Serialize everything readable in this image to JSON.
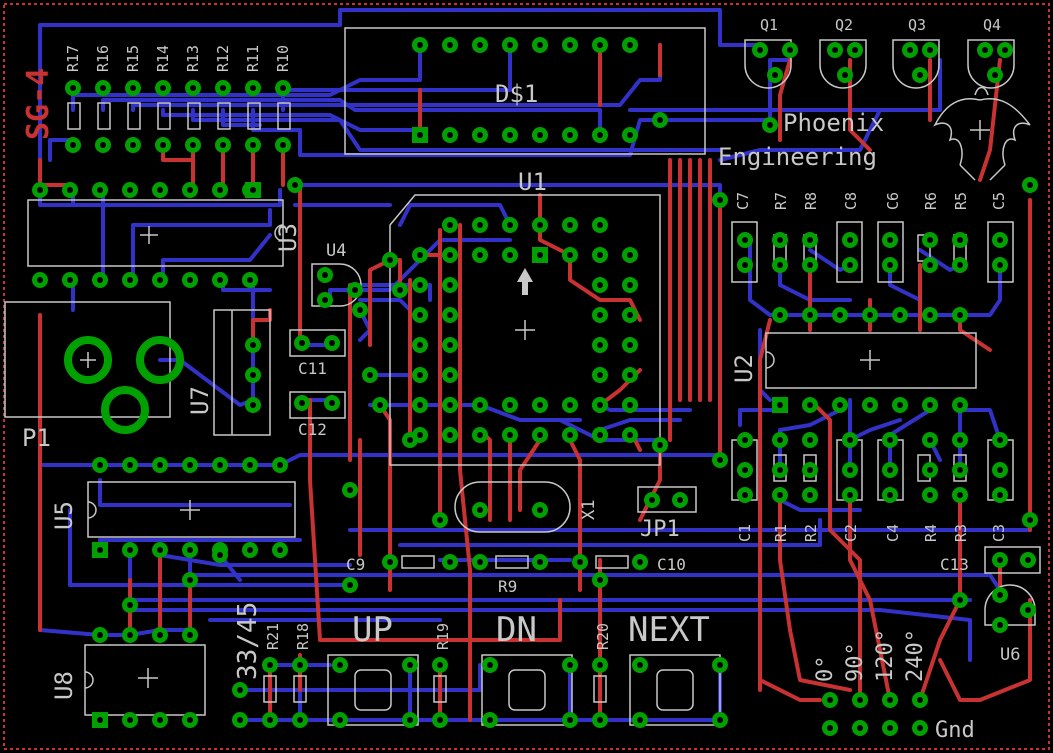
{
  "board_title": "SG-4",
  "company": {
    "line1": "Phoenix",
    "line2": "Engineering"
  },
  "colors": {
    "background": "#000000",
    "top_copper": "#c83232",
    "bottom_copper": "#3232c8",
    "pad": "#00a000",
    "silkscreen": "#c8c8c8",
    "board_outline": "#c83232"
  },
  "resistors_top": [
    "R17",
    "R16",
    "R15",
    "R14",
    "R13",
    "R12",
    "R11",
    "R10"
  ],
  "transistors": [
    "Q1",
    "Q2",
    "Q3",
    "Q4"
  ],
  "display": "D$1",
  "chips": {
    "u1": "U1",
    "u2": "U2",
    "u3": "U3",
    "u4": "U4",
    "u5": "U5",
    "u6": "U6",
    "u7": "U7",
    "u8": "U8"
  },
  "connectors": {
    "p1": "P1",
    "jp1": "JP1",
    "x1": "X1"
  },
  "caps_small": {
    "c11": "C11",
    "c12": "C12",
    "c9": "C9",
    "c10": "C10",
    "c13": "C13"
  },
  "right_top_labels": [
    "C7",
    "R7",
    "R8",
    "C8",
    "C6",
    "R6",
    "R5",
    "C5"
  ],
  "right_bottom_labels": [
    "C1",
    "R1",
    "R2",
    "C2",
    "C4",
    "R4",
    "R3",
    "C3"
  ],
  "resistors_bottom": {
    "r9": "R9",
    "r18": "R18",
    "r19": "R19",
    "r20": "R20",
    "r21": "R21"
  },
  "buttons": {
    "up": "UP",
    "dn": "DN",
    "next": "NEXT"
  },
  "voltage_label": "33/45",
  "angles": [
    "0°",
    "90°",
    "120°",
    "240°"
  ],
  "gnd": "Gnd"
}
